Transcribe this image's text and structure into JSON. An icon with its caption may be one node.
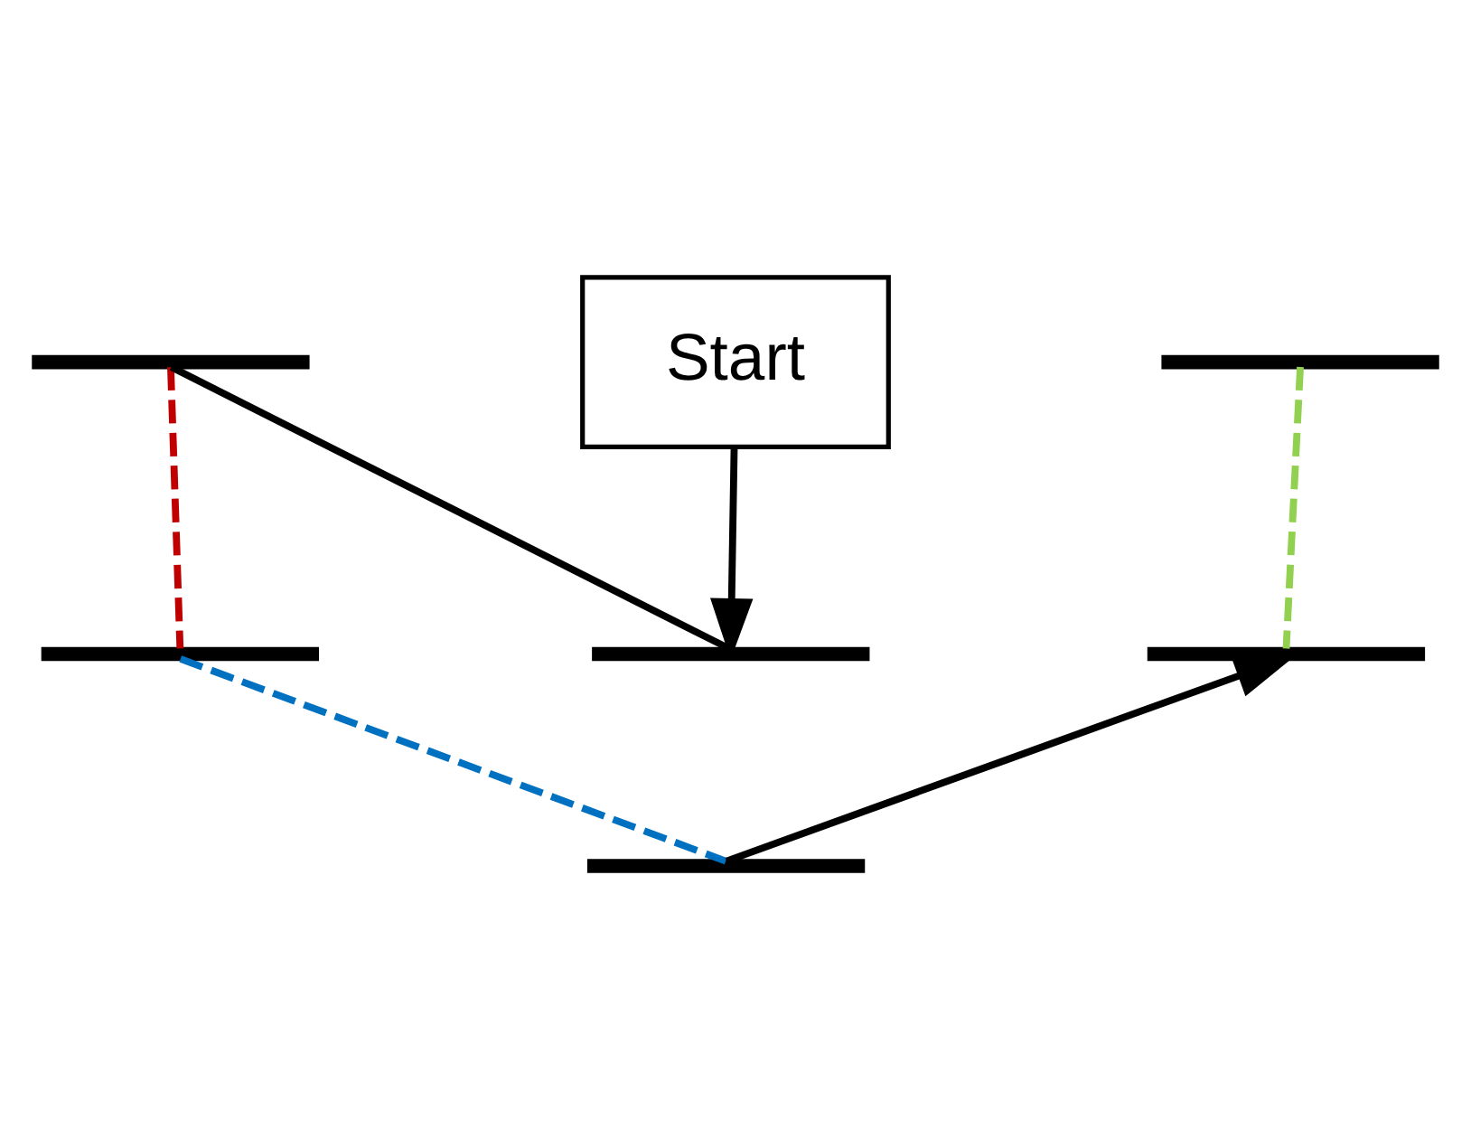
{
  "diagram": {
    "nodes": [
      {
        "text": [],
        "shape": "bar"
      },
      {
        "text": [],
        "shape": "bar"
      },
      {
        "text": [],
        "shape": "bar"
      },
      {
        "text": [],
        "shape": "bar"
      },
      {
        "text": [
          "Start"
        ]
      },
      {
        "text": [],
        "shape": "bar"
      },
      {
        "text": [],
        "shape": "bar"
      }
    ],
    "edges": [
      {
        "from": 4,
        "to": 6,
        "arrow": "to"
      },
      {
        "from": 6,
        "to": 0,
        "arrow": "none"
      },
      {
        "from": 0,
        "to": 2,
        "arrow": "none",
        "style": "dashed",
        "color": "#c00000"
      },
      {
        "from": 2,
        "to": 5,
        "arrow": "none",
        "style": "dashed",
        "color": "#0070c0"
      },
      {
        "from": 5,
        "to": 3,
        "arrow": "to"
      },
      {
        "from": 3,
        "to": 1,
        "arrow": "none",
        "style": "dashed",
        "color": "#92d050"
      }
    ]
  }
}
